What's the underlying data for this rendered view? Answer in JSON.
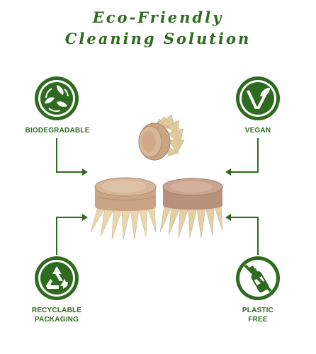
{
  "header": {
    "line1": "Eco-Friendly",
    "line2": "Cleaning Solution"
  },
  "features": {
    "biodegradable": {
      "label": "BIODEGRADABLE",
      "icon": "recycle-leaves-icon"
    },
    "vegan": {
      "label": "VEGAN",
      "icon": "vegan-leaf-icon"
    },
    "recyclable": {
      "line1": "RECYCLABLE",
      "line2": "PACKAGING",
      "icon": "recycle-symbol-icon"
    },
    "plastic_free": {
      "line1": "PLASTIC",
      "line2": "FREE",
      "icon": "no-plastic-bottle-icon"
    }
  },
  "colors": {
    "accent": "#2e6b1f",
    "wood": "#c9a98a",
    "bristle": "#e6d3a8"
  }
}
